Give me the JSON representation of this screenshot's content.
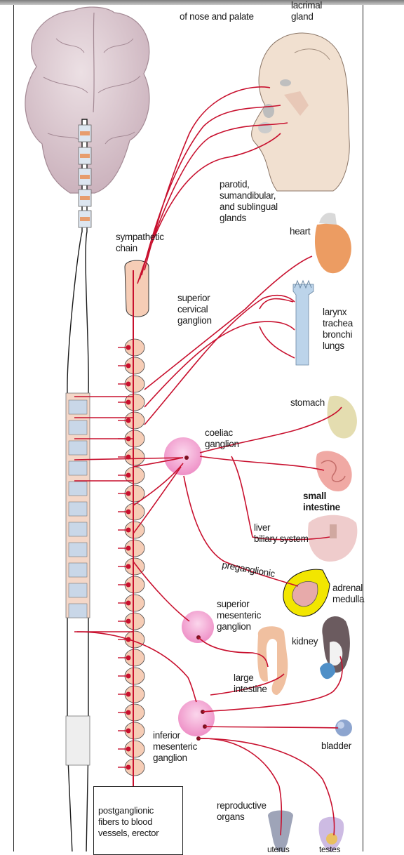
{
  "labels": {
    "nose_palate": "of nose and palate",
    "lacrimal": "lacrimal\ngland",
    "parotid": "parotid,\nsumandibular,\nand sublingual\nglands",
    "sympathetic_chain": "sympathetic\nchain",
    "heart": "heart",
    "superior_cervical": "superior\ncervical\nganglion",
    "larynx": "larynx\ntrachea\nbronchi\nlungs",
    "stomach": "stomach",
    "coeliac": "coeliac\nganglion",
    "small_intestine": "small\nintestine",
    "liver": "liver\nbiliary system",
    "preganglionic": "preganglionic",
    "adrenal": "adrenal\nmedulla",
    "superior_mesenteric": "superior\nmesenteric\nganglion",
    "kidney": "kidney",
    "large_intestine": "large\nintestine",
    "inferior_mesenteric": "inferior\nmesenteric\nganglion",
    "bladder": "bladder",
    "reproductive": "reproductive\norgans",
    "uterus": "uterus",
    "testes": "testes",
    "legend": "postganglionic\nfibers to blood\nvessels, erector"
  },
  "colors": {
    "nerve": "#c8102e",
    "chain_fill": "#f6cdb6",
    "ganglion_fill": "#f2a3d0",
    "brain_fill": "#ddc7cf",
    "adrenal_yellow": "#f2e600"
  }
}
